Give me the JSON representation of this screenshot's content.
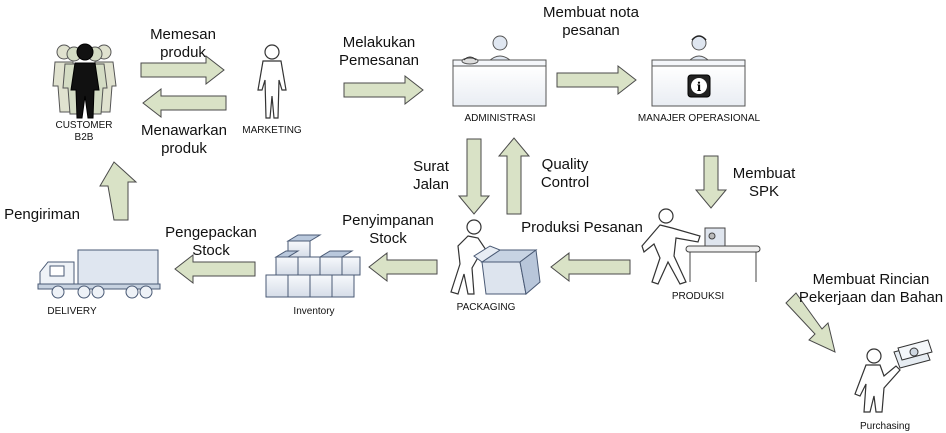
{
  "actors": {
    "customer": [
      "CUSTOMER",
      "B2B"
    ],
    "marketing": "MARKETING",
    "administrasi": "ADMINISTRASI",
    "manajer": "MANAJER OPERASIONAL",
    "produksi": "PRODUKSI",
    "packaging": "PACKAGING",
    "inventory": "Inventory",
    "delivery": "DELIVERY",
    "purchasing": "Purchasing"
  },
  "flows": {
    "memesan": [
      "Memesan",
      "produk"
    ],
    "menawarkan": [
      "Menawarkan",
      "produk"
    ],
    "melakukan": [
      "Melakukan",
      "Pemesanan"
    ],
    "nota": [
      "Membuat nota",
      "pesanan"
    ],
    "spk": [
      "Membuat",
      "SPK"
    ],
    "rincian": [
      "Membuat Rincian",
      "Pekerjaan dan Bahan"
    ],
    "produksi_pesanan": "Produksi Pesanan",
    "surat_jalan": [
      "Surat",
      "Jalan"
    ],
    "quality": [
      "Quality",
      "Control"
    ],
    "penyimpanan": [
      "Penyimpanan",
      "Stock"
    ],
    "pengepackan": [
      "Pengepackan",
      "Stock"
    ],
    "pengiriman": "Pengiriman"
  }
}
